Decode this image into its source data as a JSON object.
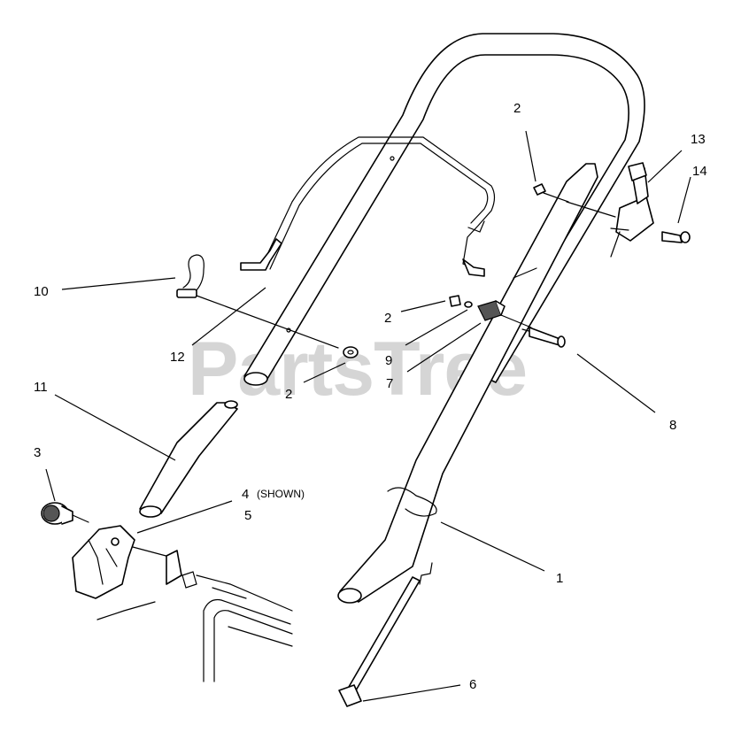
{
  "watermark": "PartsTree",
  "callouts": [
    {
      "id": "c1",
      "label": "1"
    },
    {
      "id": "c2a",
      "label": "2"
    },
    {
      "id": "c2b",
      "label": "2"
    },
    {
      "id": "c2c",
      "label": "2"
    },
    {
      "id": "c3",
      "label": "3"
    },
    {
      "id": "c4",
      "label": "4",
      "note": "(SHOWN)"
    },
    {
      "id": "c5",
      "label": "5"
    },
    {
      "id": "c6",
      "label": "6"
    },
    {
      "id": "c7",
      "label": "7"
    },
    {
      "id": "c8",
      "label": "8"
    },
    {
      "id": "c9",
      "label": "9"
    },
    {
      "id": "c10",
      "label": "10"
    },
    {
      "id": "c11",
      "label": "11"
    },
    {
      "id": "c12",
      "label": "12"
    },
    {
      "id": "c13",
      "label": "13"
    },
    {
      "id": "c14",
      "label": "14"
    }
  ],
  "colors": {
    "line": "#000000",
    "watermark": "#c8c8c8",
    "background": "#ffffff"
  }
}
